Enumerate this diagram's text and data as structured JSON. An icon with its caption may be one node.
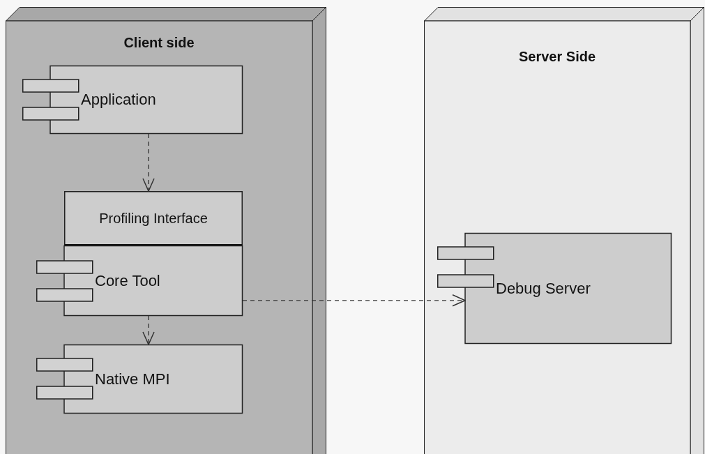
{
  "diagram": {
    "nodes": [
      {
        "text": [
          "Client side"
        ]
      },
      {
        "text": [
          "Application"
        ],
        "in": 0
      },
      {
        "text": [
          "Profiling Interface"
        ],
        "in": 0
      },
      {
        "text": [
          "Core Tool"
        ],
        "in": 0
      },
      {
        "text": [
          "Native MPI"
        ],
        "in": 0
      },
      {
        "text": [
          "Server Side"
        ]
      },
      {
        "text": [
          "Debug Server"
        ],
        "in": 5
      }
    ],
    "edges": [
      {
        "from": 1,
        "to": 2,
        "arrow": "to",
        "style": "dashed"
      },
      {
        "from": 3,
        "to": 4,
        "arrow": "to",
        "style": "dashed"
      },
      {
        "from": 3,
        "to": 6,
        "arrow": "to",
        "style": "dashed"
      }
    ]
  }
}
